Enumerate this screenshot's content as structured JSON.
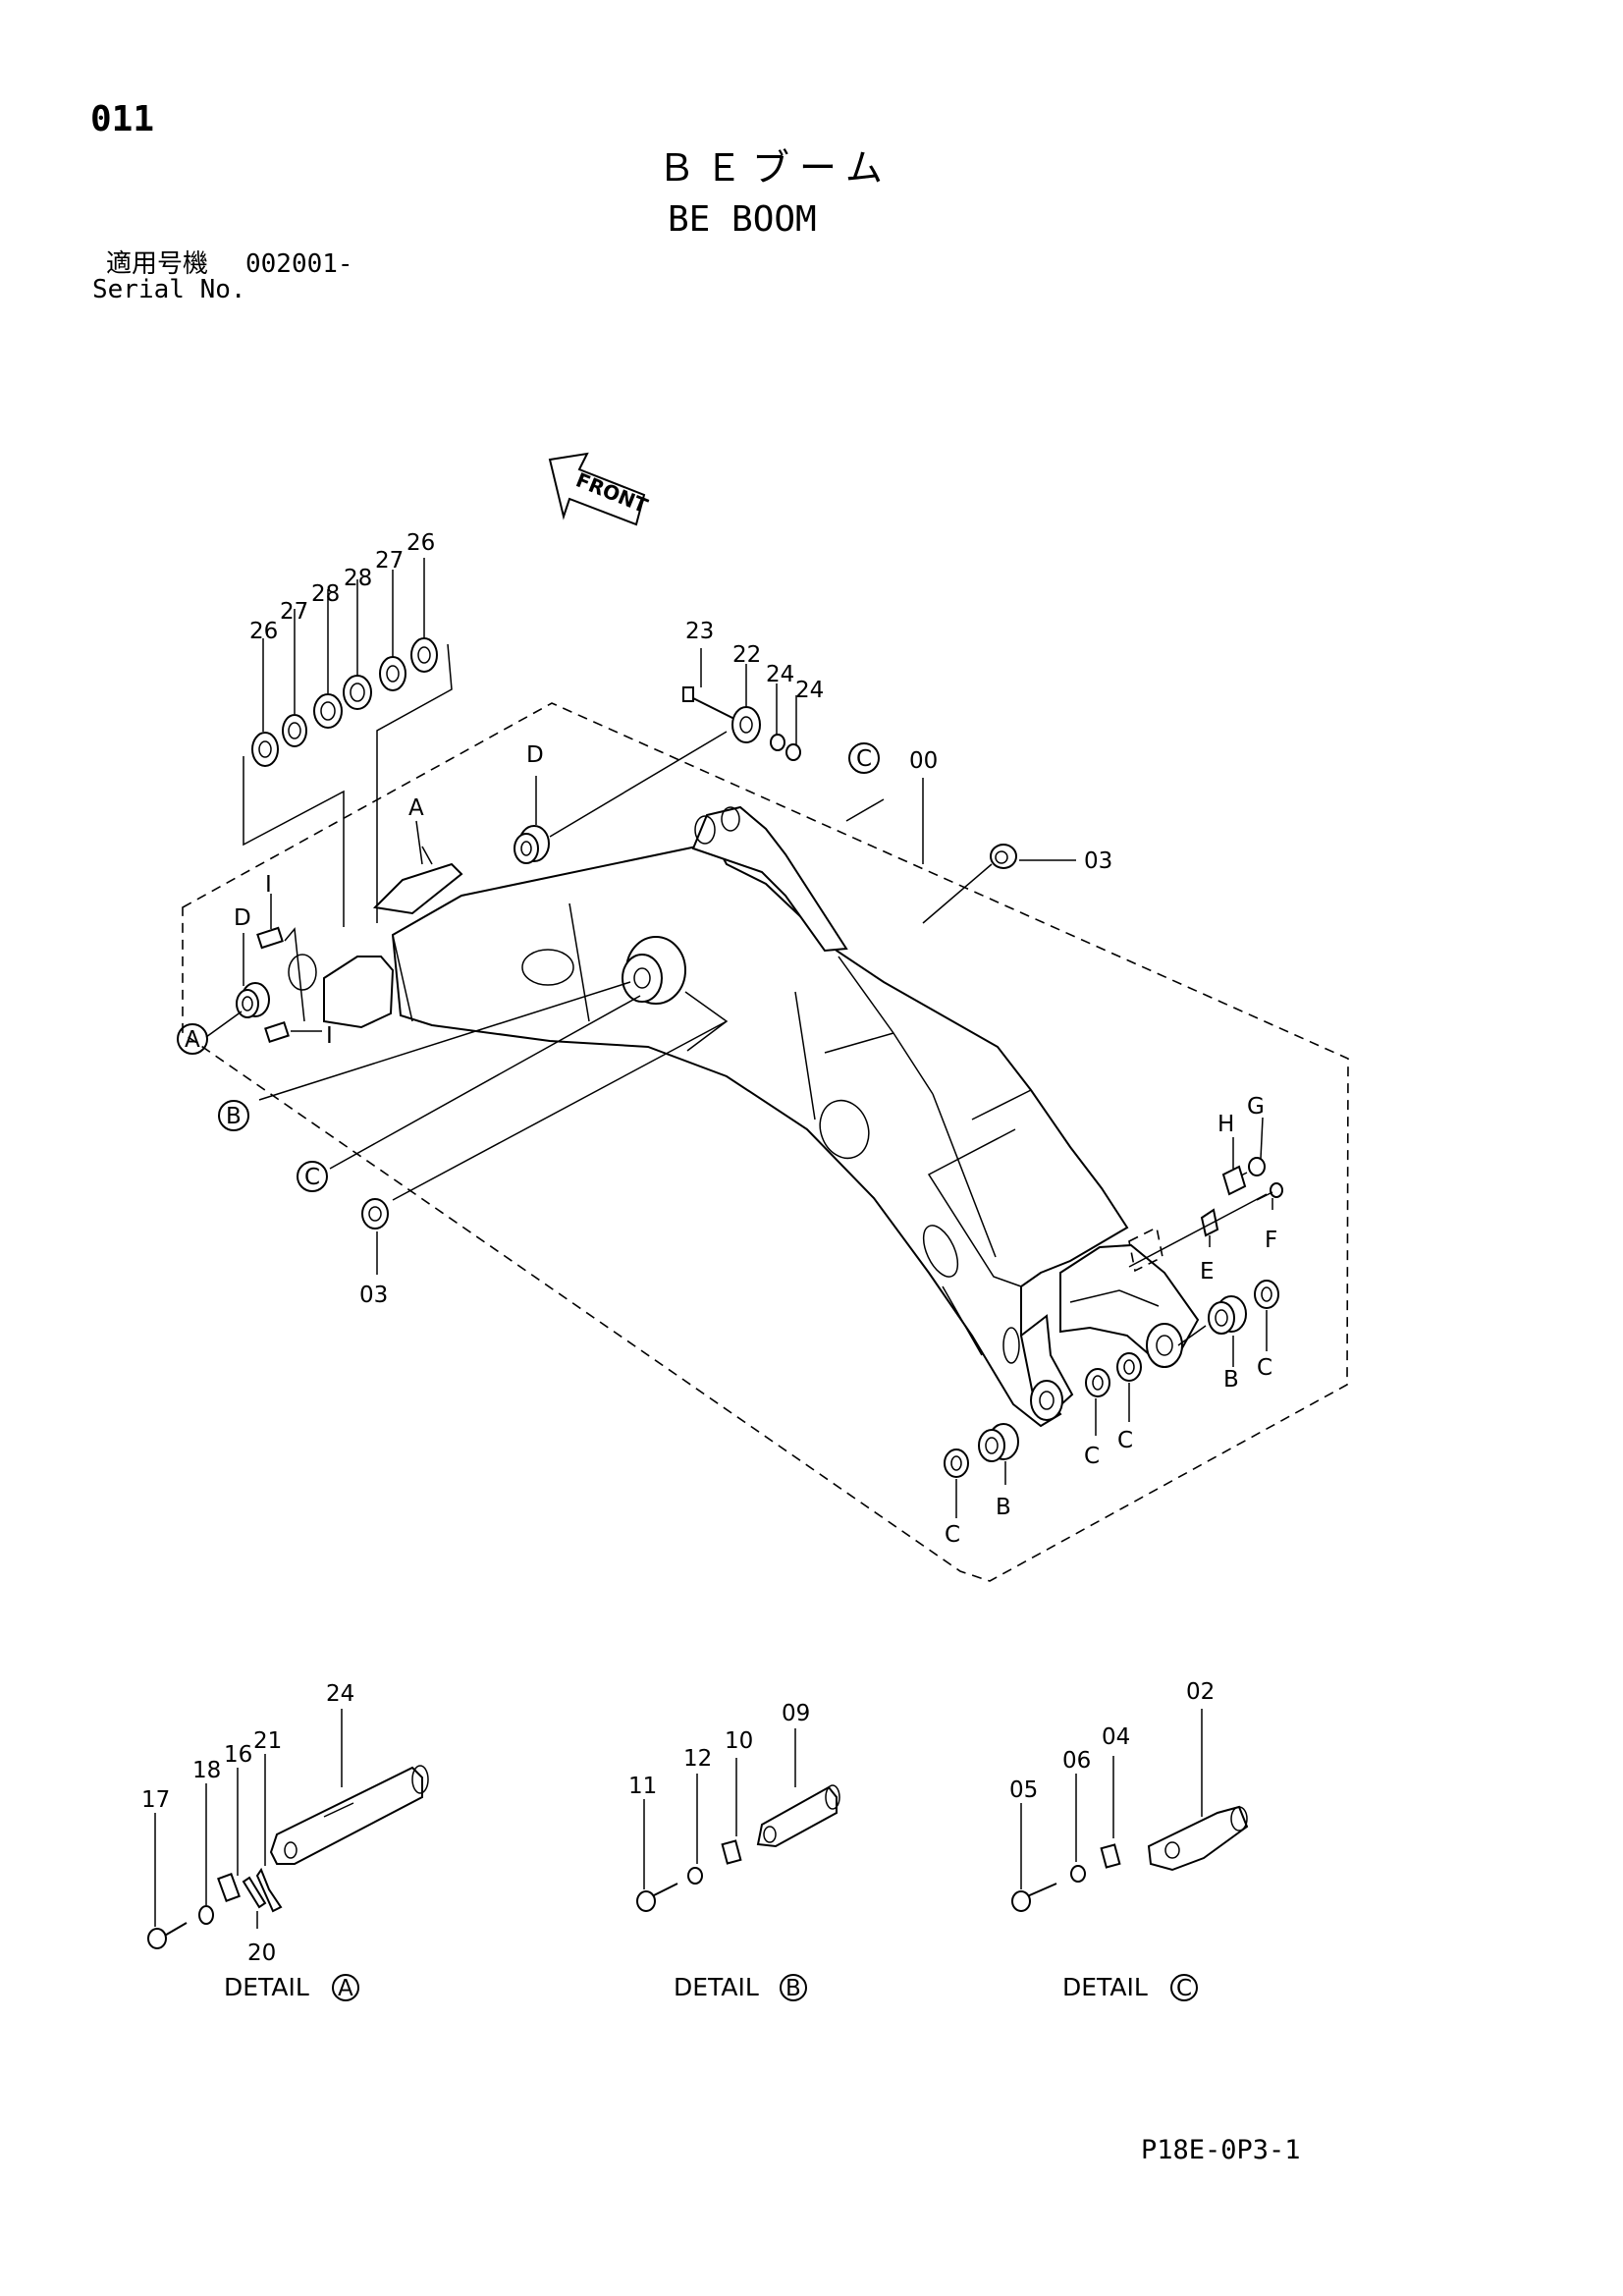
{
  "page_number": "011",
  "title_jp": "ＢＥブーム",
  "title_en": "BE BOOM",
  "serial_label_jp": "適用号機",
  "serial_value": "002001-",
  "serial_label_en": "Serial No.",
  "direction_label": "FRONT",
  "callouts": {
    "c26a": "26",
    "c27a": "27",
    "c28a": "28",
    "c28b": "28",
    "c27b": "27",
    "c26b": "26",
    "c23": "23",
    "c22": "22",
    "c24a": "24",
    "c24b": "24",
    "c00": "00",
    "c03a": "03",
    "c03b": "03",
    "cA": "A",
    "cD1": "D",
    "cD2": "D",
    "cI1": "I",
    "cI2": "I",
    "cG": "G",
    "cH": "H",
    "cF": "F",
    "cE": "E",
    "cB1": "B",
    "cC1": "C",
    "cB2": "B",
    "cC2": "C",
    "cC3": "C",
    "cC4": "C"
  },
  "circle_refs": {
    "a": "A",
    "b": "B",
    "c1": "C",
    "c2": "C"
  },
  "details": [
    {
      "label": "DETAIL",
      "ref": "A",
      "parts": {
        "p24": "24",
        "p21": "21",
        "p16": "16",
        "p18": "18",
        "p17": "17",
        "p20": "20"
      }
    },
    {
      "label": "DETAIL",
      "ref": "B",
      "parts": {
        "p09": "09",
        "p10": "10",
        "p12": "12",
        "p11": "11"
      }
    },
    {
      "label": "DETAIL",
      "ref": "C",
      "parts": {
        "p02": "02",
        "p04": "04",
        "p06": "06",
        "p05": "05"
      }
    }
  ],
  "footer_code": "P18E-0P3-1"
}
